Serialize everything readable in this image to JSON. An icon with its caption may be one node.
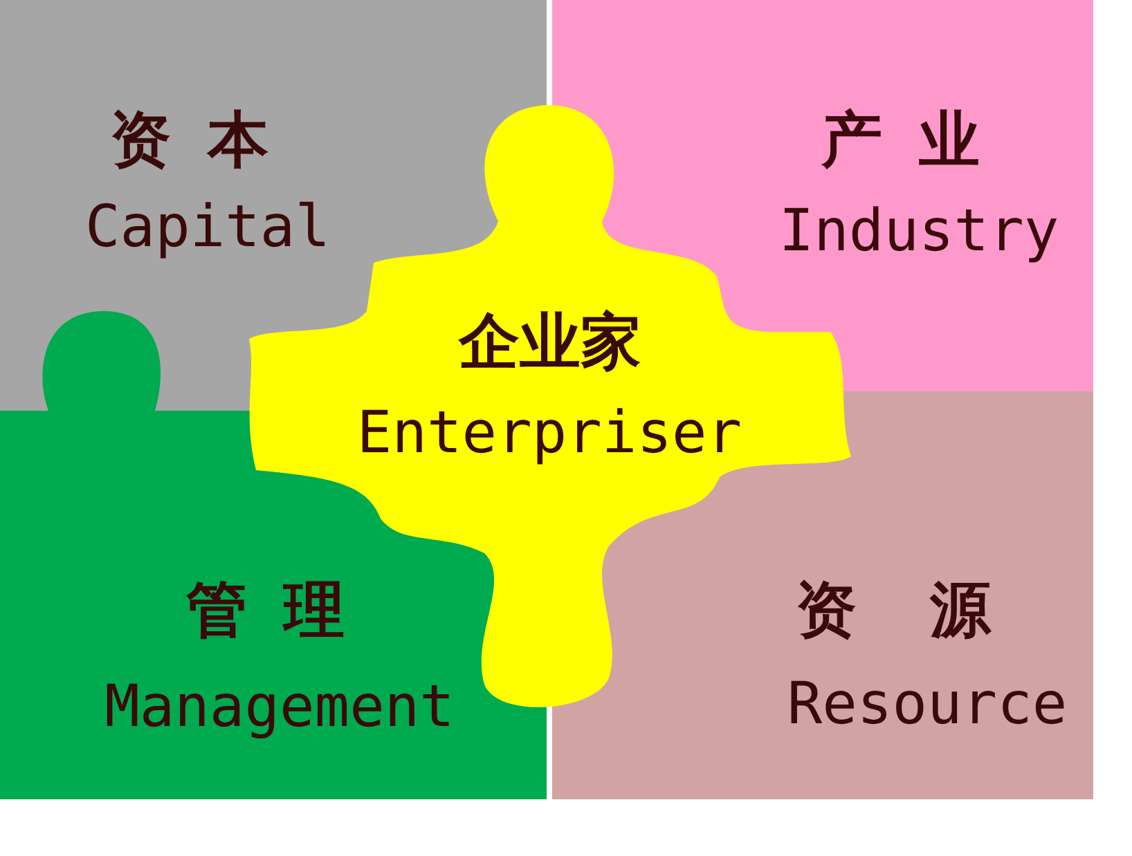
{
  "diagram": {
    "nodes": [
      {
        "text": [
          "资本",
          "Capital"
        ]
      },
      {
        "text": [
          "产业",
          "Industry"
        ]
      },
      {
        "text": [
          "管理",
          "Management"
        ]
      },
      {
        "text": [
          "资源",
          "Resource"
        ]
      },
      {
        "text": [
          "企业家",
          "Enterpriser"
        ]
      }
    ]
  }
}
